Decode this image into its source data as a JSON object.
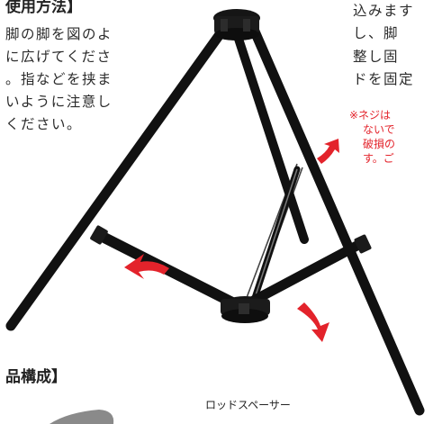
{
  "usage_heading": "使用方法】",
  "usage_lines": [
    "脚の脚を図のよ",
    "に広げてくださ",
    "。指などを挟ま",
    "いように注意し",
    "ください。"
  ],
  "fixing_lines": [
    "込みます",
    "し、脚",
    "整し固",
    "ドを固定"
  ],
  "caution_lines": [
    "※ネジは",
    "ないで",
    "破損の",
    "す。ご"
  ],
  "parts_heading": "品構成】",
  "rod_spacer_label": "ロッドスペーサー",
  "colors": {
    "frame": "#111111",
    "arrow": "#e3232b",
    "caution_text": "#e3232b"
  }
}
